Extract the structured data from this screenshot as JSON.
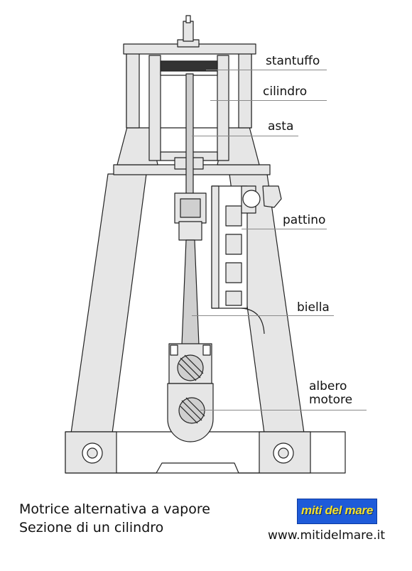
{
  "labels": {
    "stantuffo": "stantuffo",
    "cilindro": "cilindro",
    "asta": "asta",
    "pattino": "pattino",
    "biella": "biella",
    "albero_line1": "albero",
    "albero_line2": "motore"
  },
  "caption": {
    "line1": "Motrice alternativa a vapore",
    "line2": "Sezione di un cilindro"
  },
  "logo": {
    "text": "miti del mare"
  },
  "website": "www.mitidelmare.it",
  "colors": {
    "line": "#222222",
    "fill": "#e6e6e6",
    "leader": "#8a8a8a",
    "logo_bg": "#1e5bd9",
    "logo_text": "#f4e12a"
  }
}
